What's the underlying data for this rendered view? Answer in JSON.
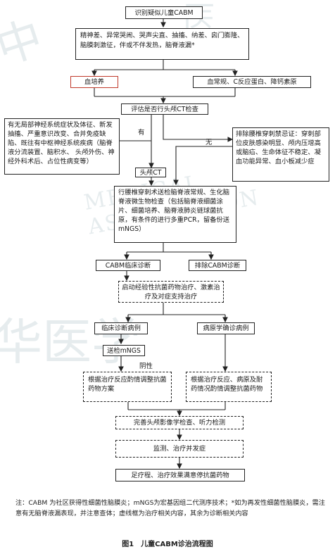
{
  "nodes": {
    "identify": "识别疑似儿童CABM",
    "symptoms": "精神差、异常哭闹、哭声尖直、抽搐、纳差、囟门膨隆、脑膜刺激征，伴或不伴发热，脑脊液漏*",
    "blood_culture": "血培养",
    "blood_tests": "血常规、C反应蛋白、降钙素原",
    "evaluate_ct": "评估是否行头颅CT检查",
    "neuro_signs": "有无局部神经系统症状及体征、新发抽搐、严重意识改变、合并免疫缺陷、既往有中枢神经系统疾病（脑脊液分流装置、脑积水、 头颅外伤、神经外科术后、占位性病变等）",
    "exclude_contra": "排除腰椎穿刺禁忌证：穿刺部位皮肤感染明显、颅内压增高或脑疝、生命体征不稳定、凝血功能异常、血小板减少症",
    "head_ct": "头颅CT",
    "lumbar_puncture": "行腰椎穿刺术送检脑脊液常规、生化脑脊液微生物检查（包括脑脊液细菌涂片、细菌培养、脑脊液肺炎链球菌抗原，有条件的进行多重PCR，留备份送 mNGS）",
    "cabm_dx": "CABM临床诊断",
    "exclude_cabm": "排除CABM诊断",
    "empiric": "启动经验性抗菌药物治疗、激素治疗及对症支持治疗",
    "clinical_case": "临床诊断病例",
    "pathogen_case": "病原学确诊病例",
    "mngs": "送检mNGS",
    "adjust_clinical": "根据治疗反应酌情调整抗菌药物方案",
    "adjust_pathogen": "根据治疗反应、病原及耐药情况酌情调整抗菌药物",
    "imaging": "完善头颅影像学检查、听力检测",
    "complications": "监测、治疗并发症",
    "stop": "足疗程、治疗效果满意停抗菌药物"
  },
  "labels": {
    "yes": "有",
    "no": "无",
    "negative": "阴性"
  },
  "note": "注：CABM 为社区获得性细菌性脑膜炎；mNGS为宏基因组二代测序技术；*如为再发性细菌性脑膜炎，需注意有无脑脊液漏表现，并注意查体；虚线框为治疗相关内容，其余为诊断相关内容",
  "caption": "图1　儿童CABM诊治流程图",
  "watermark": {
    "w1": "中",
    "w2": "MEDICAL ASSOCIATION",
    "w3": "华医学",
    "w4": "医"
  }
}
